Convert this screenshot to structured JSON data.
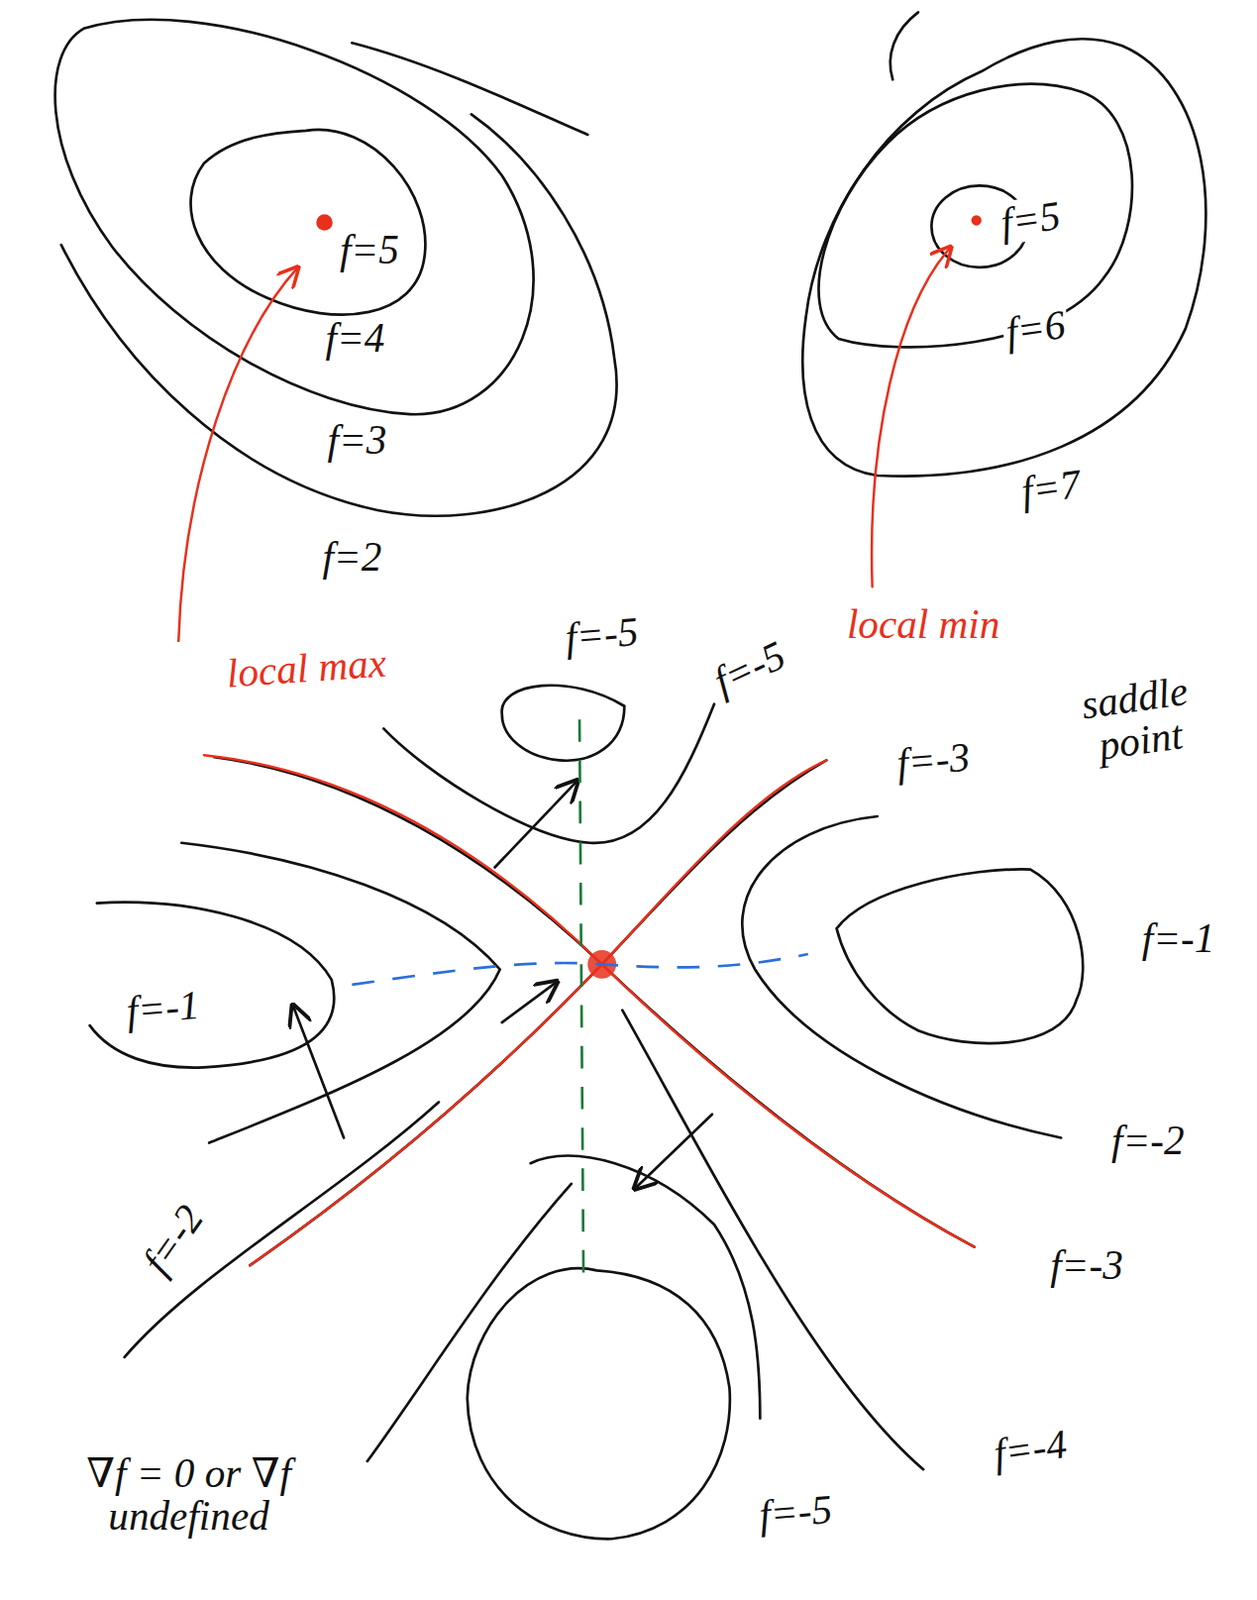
{
  "diagram": {
    "labels": [
      "f=5",
      "f=4",
      "f=3",
      "f=2",
      "f=5",
      "f=6",
      "f=7",
      "local max",
      "local min",
      "saddle point",
      "f=-5",
      "f=-5",
      "f=-3",
      "f=-1",
      "f=-2",
      "f=-3",
      "f=-4",
      "f=-5",
      "f=-1",
      "f=-2",
      "∇f = 0 or ∇f undefined"
    ]
  }
}
